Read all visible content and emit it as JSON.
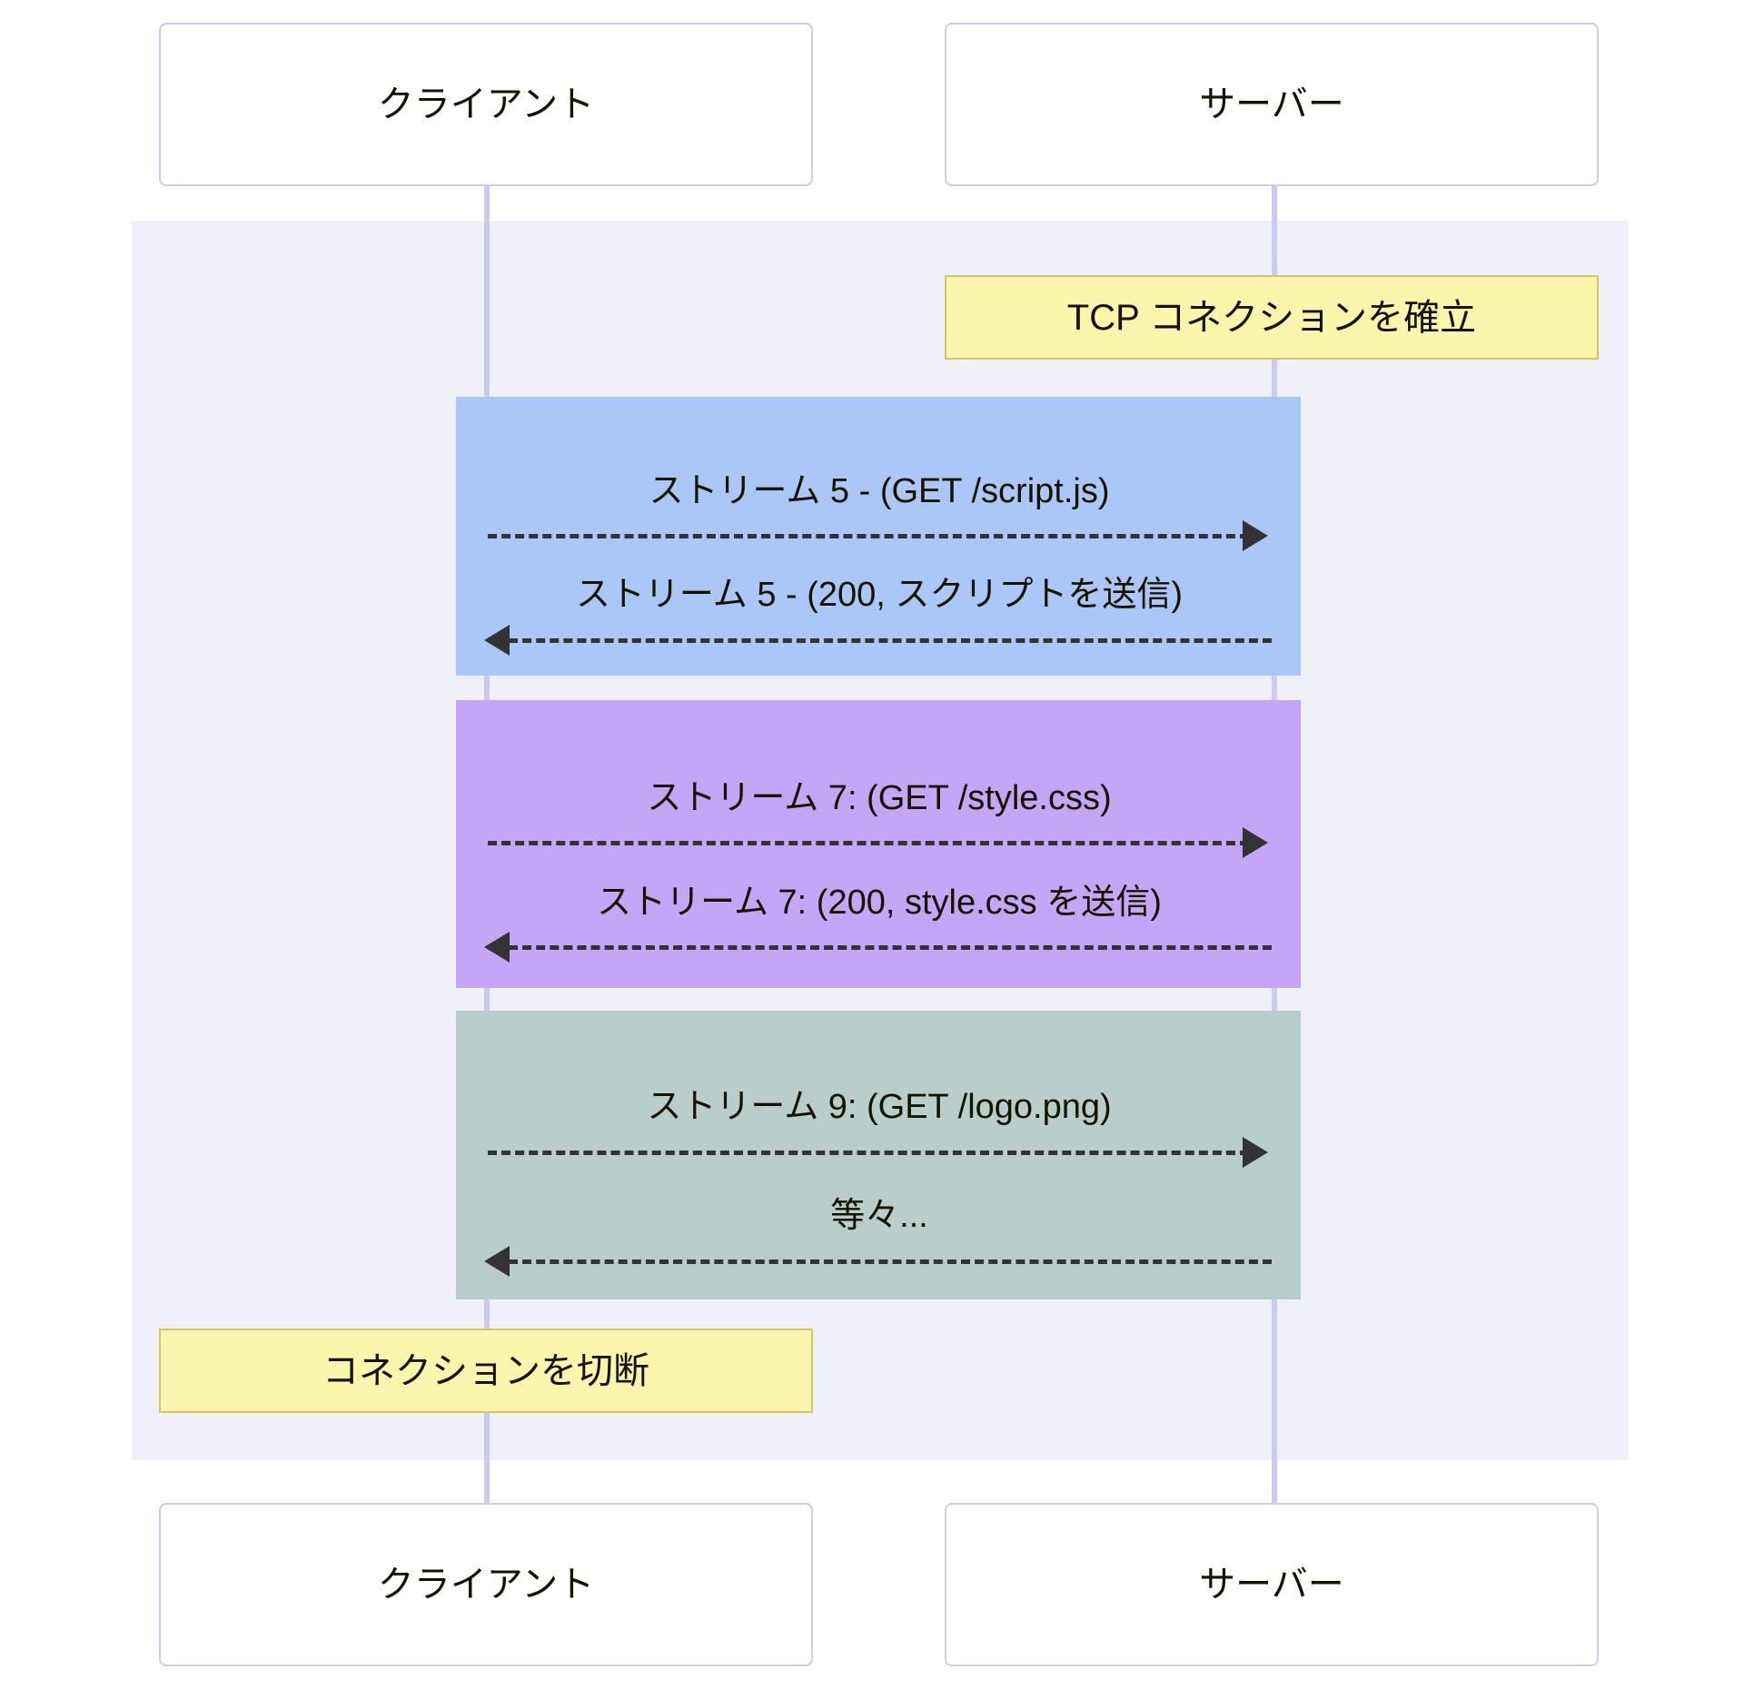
{
  "diagram": {
    "type": "sequence-diagram",
    "participants": [
      {
        "id": "client",
        "label": "クライアント"
      },
      {
        "id": "server",
        "label": "サーバー"
      }
    ],
    "notes": [
      {
        "id": "note-tcp-establish",
        "text": "TCP コネクションを確立",
        "color": "#fbf5ad"
      },
      {
        "id": "note-connection-close",
        "text": "コネクションを切断",
        "color": "#fbf5ad"
      }
    ],
    "blocks": [
      {
        "id": "block-stream-5",
        "color": "#aac7f7",
        "messages": [
          {
            "id": "msg-stream5-request",
            "text": "ストリーム 5 - (GET /script.js)",
            "direction": "right",
            "style": "dashed"
          },
          {
            "id": "msg-stream5-response",
            "text": "ストリーム 5 - (200, スクリプトを送信)",
            "direction": "left",
            "style": "dashed"
          }
        ]
      },
      {
        "id": "block-stream-7",
        "color": "#c3a6f5",
        "messages": [
          {
            "id": "msg-stream7-request",
            "text": "ストリーム 7: (GET /style.css)",
            "direction": "right",
            "style": "dashed"
          },
          {
            "id": "msg-stream7-response",
            "text": "ストリーム 7: (200, style.css を送信)",
            "direction": "left",
            "style": "dashed"
          }
        ]
      },
      {
        "id": "block-stream-9",
        "color": "#b8ceca",
        "messages": [
          {
            "id": "msg-stream9-request",
            "text": "ストリーム 9: (GET /logo.png)",
            "direction": "right",
            "style": "dashed"
          },
          {
            "id": "msg-stream9-etc",
            "text": "等々...",
            "direction": "left",
            "style": "dashed"
          }
        ]
      }
    ],
    "colors": {
      "region_background": "#f0f0fa",
      "lifeline": "#cbcbf2",
      "actor_border": "#ccccf5",
      "note_fill": "#fbf5ad",
      "note_border": "#d6c560",
      "arrow": "#333333",
      "text": "#131300"
    }
  }
}
